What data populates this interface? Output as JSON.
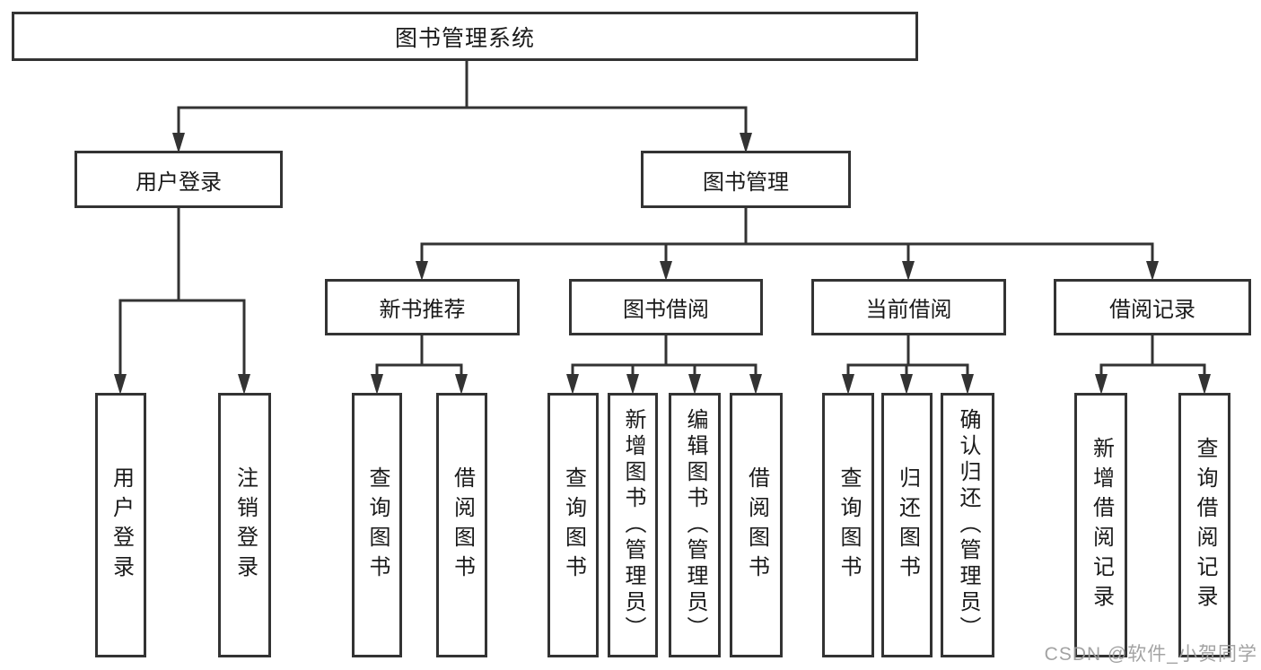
{
  "diagram_title": "图书管理系统",
  "tree": {
    "label": "图书管理系统",
    "children": [
      {
        "label": "用户登录",
        "children": [
          {
            "label": "用户登录"
          },
          {
            "label": "注销登录"
          }
        ]
      },
      {
        "label": "图书管理",
        "children": [
          {
            "label": "新书推荐",
            "children": [
              {
                "label": "查询图书"
              },
              {
                "label": "借阅图书"
              }
            ]
          },
          {
            "label": "图书借阅",
            "children": [
              {
                "label": "查询图书"
              },
              {
                "label": "新增图书（管理员）"
              },
              {
                "label": "编辑图书（管理员）"
              },
              {
                "label": "借阅图书"
              }
            ]
          },
          {
            "label": "当前借阅",
            "children": [
              {
                "label": "查询图书"
              },
              {
                "label": "归还图书"
              },
              {
                "label": "确认归还（管理员）"
              }
            ]
          },
          {
            "label": "借阅记录",
            "children": [
              {
                "label": "新增借阅记录"
              },
              {
                "label": "查询借阅记录"
              }
            ]
          }
        ]
      }
    ]
  },
  "colors": {
    "line": "#333333",
    "box_border": "#333333",
    "text": "#1a1a1a",
    "watermark": "#9e9e9e"
  },
  "watermark": "CSDN @软件_小贺同学"
}
